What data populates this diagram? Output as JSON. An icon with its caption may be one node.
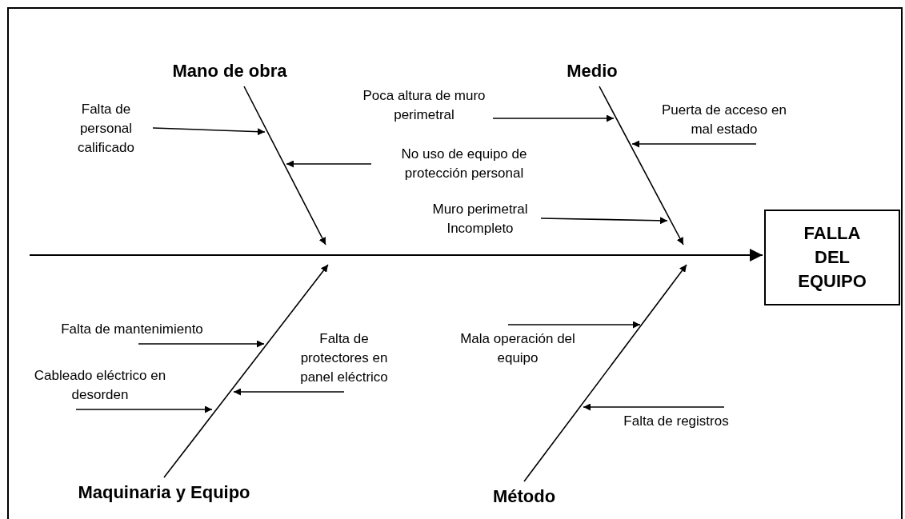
{
  "diagram": {
    "nodes": [
      {
        "text": [
          "FALLA DEL EQUIPO"
        ]
      },
      {
        "text": [
          "Mano de obra"
        ]
      },
      {
        "text": [
          "Medio"
        ]
      },
      {
        "text": [
          "Maquinaria y Equipo"
        ]
      },
      {
        "text": [
          "Método"
        ]
      },
      {
        "text": [
          "Falta de personal calificado"
        ]
      },
      {
        "text": [
          "No uso de equipo de protección personal"
        ]
      },
      {
        "text": [
          "Poca altura de muro perimetral"
        ]
      },
      {
        "text": [
          "Puerta de acceso en mal estado"
        ]
      },
      {
        "text": [
          "Muro perimetral Incompleto"
        ]
      },
      {
        "text": [
          "Falta de mantenimiento"
        ]
      },
      {
        "text": [
          "Cableado eléctrico en desorden"
        ]
      },
      {
        "text": [
          "Falta de protectores en panel eléctrico"
        ]
      },
      {
        "text": [
          "Mala operación del equipo"
        ]
      },
      {
        "text": [
          "Falta de registros"
        ]
      }
    ],
    "edges": [
      {
        "from": null,
        "to": 0,
        "arrow": "to"
      },
      {
        "from": 1,
        "to": null,
        "arrow": "to"
      },
      {
        "from": 2,
        "to": null,
        "arrow": "to"
      },
      {
        "from": 3,
        "to": null,
        "arrow": "to"
      },
      {
        "from": 4,
        "to": null,
        "arrow": "to"
      },
      {
        "from": 5,
        "to": null,
        "arrow": "to"
      },
      {
        "from": 6,
        "to": null,
        "arrow": "to"
      },
      {
        "from": 7,
        "to": null,
        "arrow": "to"
      },
      {
        "from": 8,
        "to": null,
        "arrow": "to"
      },
      {
        "from": 9,
        "to": null,
        "arrow": "to"
      },
      {
        "from": 10,
        "to": null,
        "arrow": "to"
      },
      {
        "from": 11,
        "to": null,
        "arrow": "to"
      },
      {
        "from": 12,
        "to": null,
        "arrow": "to"
      },
      {
        "from": 13,
        "to": null,
        "arrow": "to"
      },
      {
        "from": 14,
        "to": null,
        "arrow": "to"
      }
    ]
  }
}
